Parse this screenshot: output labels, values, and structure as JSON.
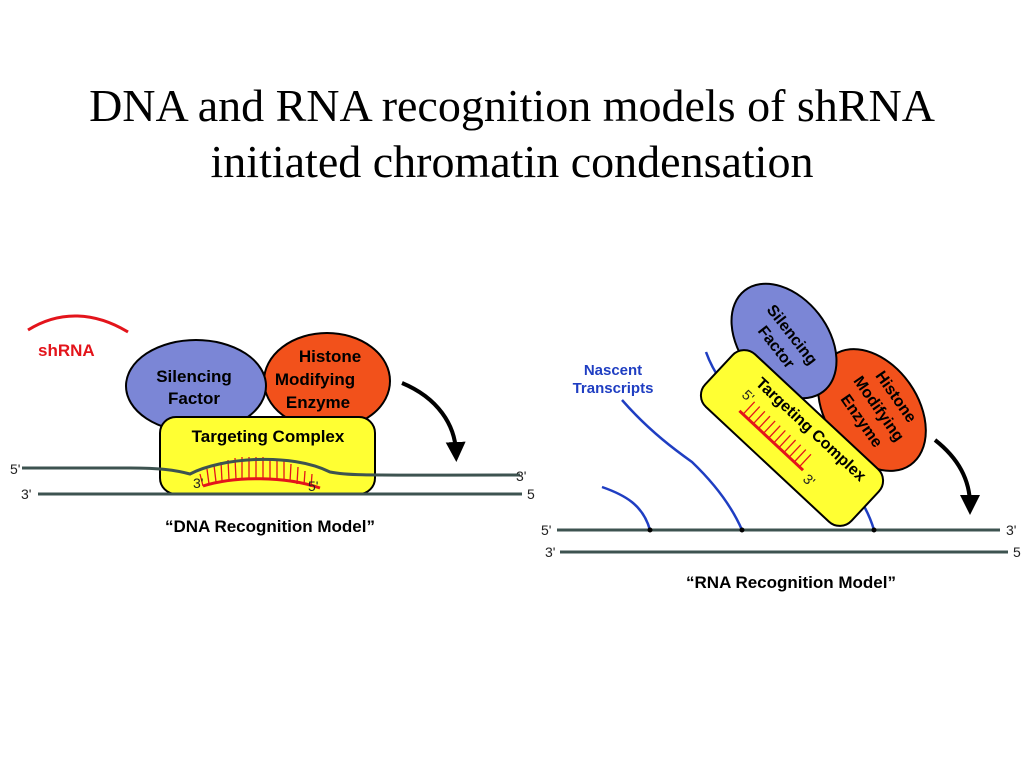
{
  "title": {
    "line1": "DNA and RNA recognition models of shRNA",
    "line2": "initiated chromatin condensation"
  },
  "colors": {
    "silencing_factor": "#7b86d6",
    "histone_enzyme": "#f2511b",
    "targeting_complex": "#ffff33",
    "shrna": "#e3141b",
    "nascent": "#1f3ec2",
    "dna_strand": "#3d5350"
  },
  "dna_model": {
    "shrna_label": "shRNA",
    "silencing_line1": "Silencing",
    "silencing_line2": "Factor",
    "histone_line1": "Histone",
    "histone_line2": "Modifying",
    "histone_line3": "Enzyme",
    "targeting_label": "Targeting Complex",
    "inner_3": "3'",
    "inner_5": "5'",
    "top_left": "5'",
    "top_right": "3'",
    "bottom_left": "3'",
    "bottom_right": "5",
    "caption": "“DNA Recognition Model”"
  },
  "rna_model": {
    "nascent_line1": "Nascent",
    "nascent_line2": "Transcripts",
    "silencing_line1": "Silencing",
    "silencing_line2": "Factor",
    "histone_line1": "Histone",
    "histone_line2": "Modifying",
    "histone_line3": "Enzyme",
    "targeting_label": "Targeting Complex",
    "inner_5": "5'",
    "inner_3": "3'",
    "top_left": "5'",
    "top_right": "3'",
    "bottom_left": "3'",
    "bottom_right": "5",
    "caption": "“RNA Recognition Model”"
  }
}
